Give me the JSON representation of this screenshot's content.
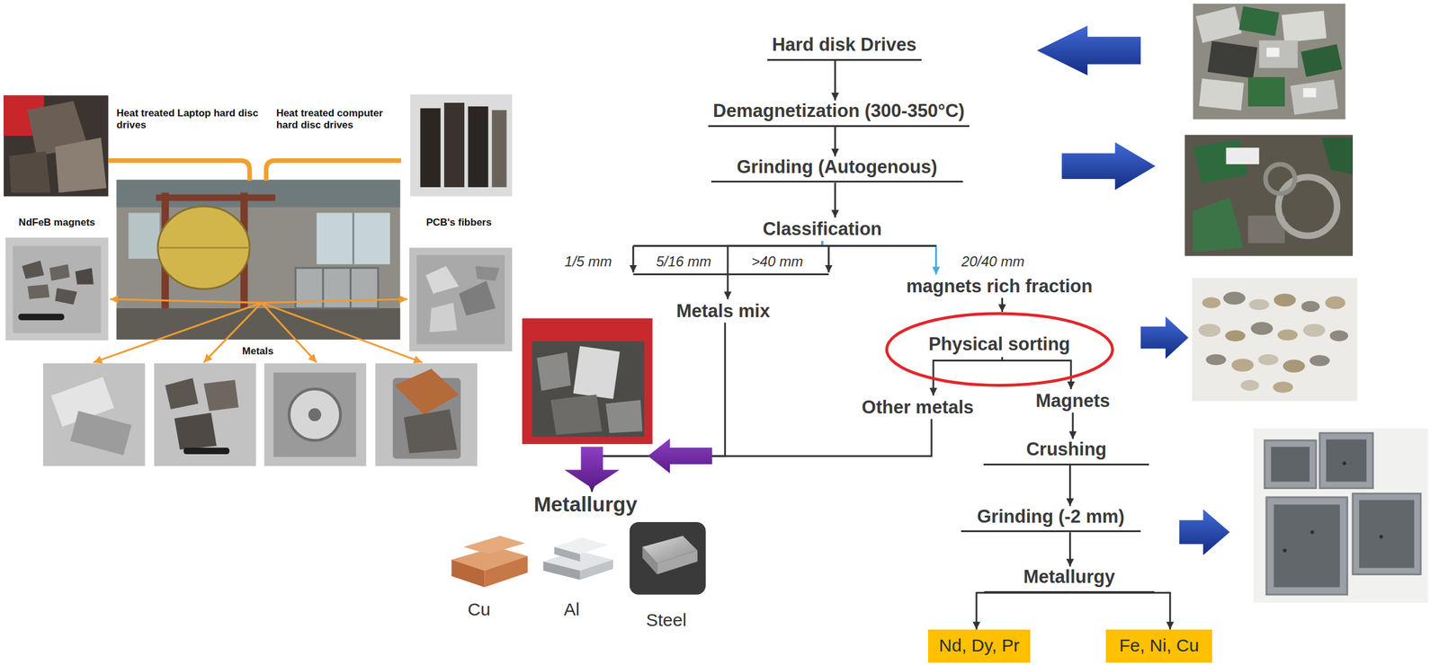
{
  "diagram": {
    "nodes": [
      {
        "text": [
          "Hard disk Drives"
        ]
      },
      {
        "text": [
          "Demagnetization (300-350°C)"
        ]
      },
      {
        "text": [
          "Grinding (Autogenous)"
        ]
      },
      {
        "text": [
          "Classification"
        ]
      },
      {
        "text": [
          "Metals mix"
        ]
      },
      {
        "text": [
          "magnets rich fraction"
        ]
      },
      {
        "text": [
          "Physical sorting"
        ]
      },
      {
        "text": [
          "Other metals"
        ]
      },
      {
        "text": [
          "Magnets"
        ]
      },
      {
        "text": [
          "Crushing"
        ]
      },
      {
        "text": [
          "Grinding (-2 mm)"
        ]
      },
      {
        "text": [
          "Metallurgy"
        ]
      },
      {
        "text": [
          "Nd, Dy, Pr"
        ]
      },
      {
        "text": [
          "Fe, Ni, Cu"
        ]
      },
      {
        "text": [
          "Metallurgy"
        ]
      }
    ],
    "edges": [
      {
        "from": 0,
        "to": 1,
        "arrow": "to"
      },
      {
        "from": 1,
        "to": 2,
        "arrow": "to"
      },
      {
        "from": 2,
        "to": 3,
        "arrow": "to"
      },
      {
        "from": 3,
        "to": 4,
        "arrow": "to"
      },
      {
        "from": 3,
        "to": 5,
        "arrow": "to"
      },
      {
        "from": 5,
        "to": 6,
        "arrow": "to"
      },
      {
        "from": 6,
        "to": 7,
        "arrow": "to"
      },
      {
        "from": 6,
        "to": 8,
        "arrow": "to"
      },
      {
        "from": 8,
        "to": 9,
        "arrow": "to"
      },
      {
        "from": 9,
        "to": 10,
        "arrow": "to"
      },
      {
        "from": 10,
        "to": 11,
        "arrow": "to"
      },
      {
        "from": 11,
        "to": 12,
        "arrow": "to"
      },
      {
        "from": 11,
        "to": 13,
        "arrow": "to"
      },
      {
        "from": 4,
        "to": 14,
        "arrow": "to"
      },
      {
        "from": 7,
        "to": 14,
        "arrow": "to"
      }
    ],
    "labels": [
      "Heat treated Laptop hard disc drives",
      "Heat treated computer hard disc drives",
      "NdFeB magnets",
      "PCB's fibbers",
      "Metals",
      "1/5 mm",
      "5/16 mm",
      ">40 mm",
      "20/40 mm",
      "Cu",
      "Al",
      "Steel"
    ]
  }
}
